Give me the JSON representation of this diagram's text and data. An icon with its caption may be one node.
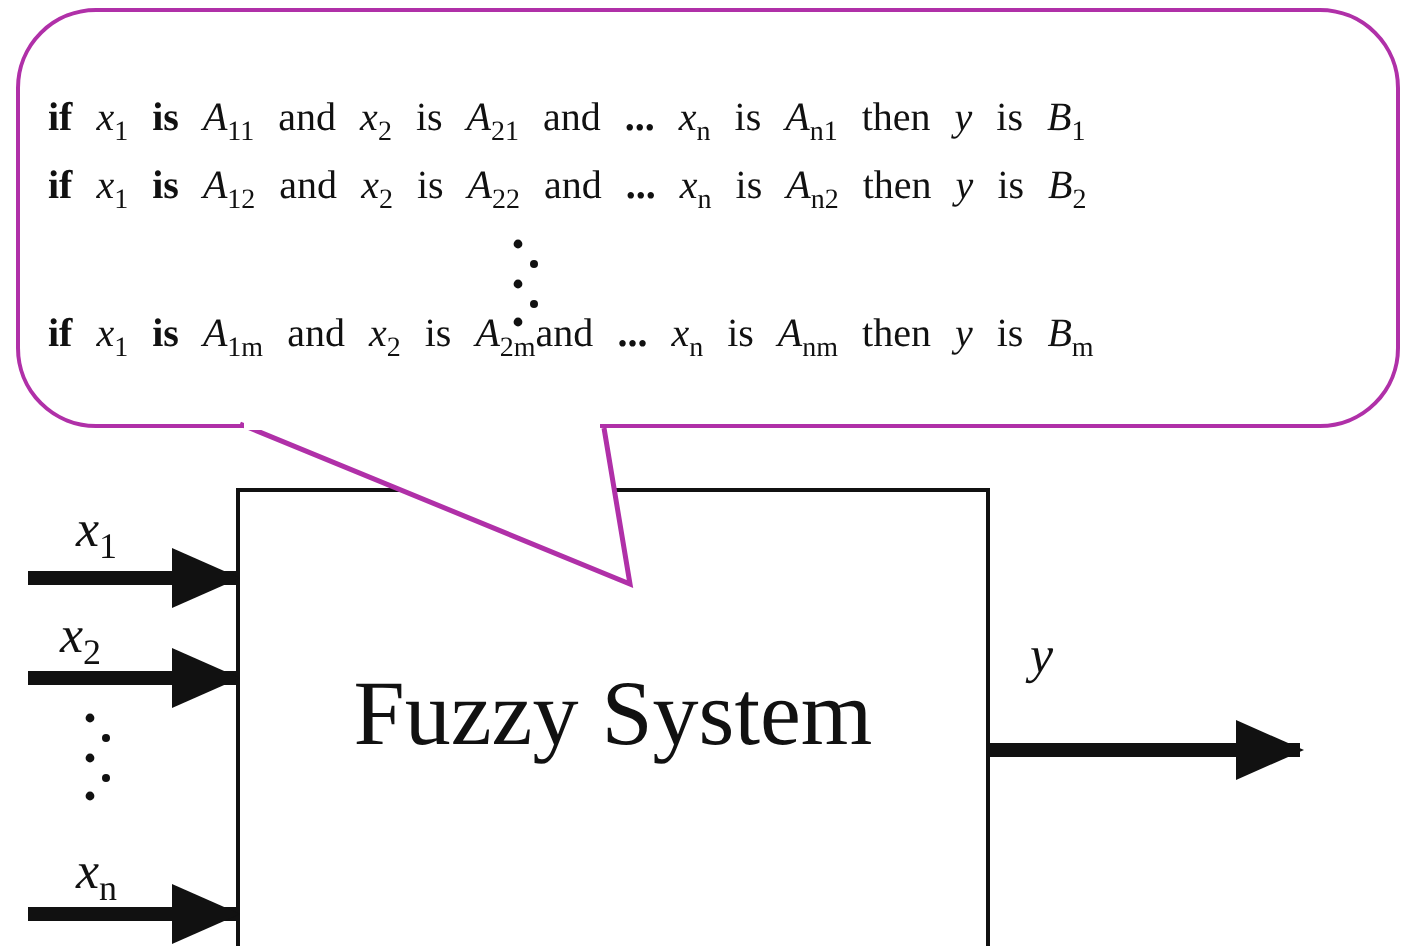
{
  "diagram": {
    "nodes": [
      {
        "text": [
          "**if** *x*$_{1}$ **is** *A*$_{11}$ and *x*$_{2}$ is *A*$_{21}$ and **...** *x*$_{n}$ is *A*$_{n1}$ then *y* is *B*$_{1}$",
          "**if** *x*$_{1}$ **is** *A*$_{12}$ and *x*$_{2}$ is *A*$_{22}$ and **...** *x*$_{n}$ is *A*$_{n2}$ then *y* is *B*$_{2}$",
          "**if** *x*$_{1}$ **is** *A*$_{1m}$ and *x*$_{2}$ is *A*$_{2m}$and **...** *x*$_{n}$ is *A*$_{nm}$ then *y* is *B*$_{m}$"
        ]
      },
      {
        "text": [
          "Fuzzy System"
        ]
      }
    ],
    "edges": [
      {
        "from": null,
        "to": 1,
        "arrow": "to",
        "label": "*x*$_{1}$"
      },
      {
        "from": null,
        "to": 1,
        "arrow": "to",
        "label": "*x*$_{2}$"
      },
      {
        "from": null,
        "to": 1,
        "arrow": "to",
        "label": "*x*$_{n}$"
      },
      {
        "from": 1,
        "to": null,
        "arrow": "to",
        "label": "*y*"
      }
    ]
  }
}
